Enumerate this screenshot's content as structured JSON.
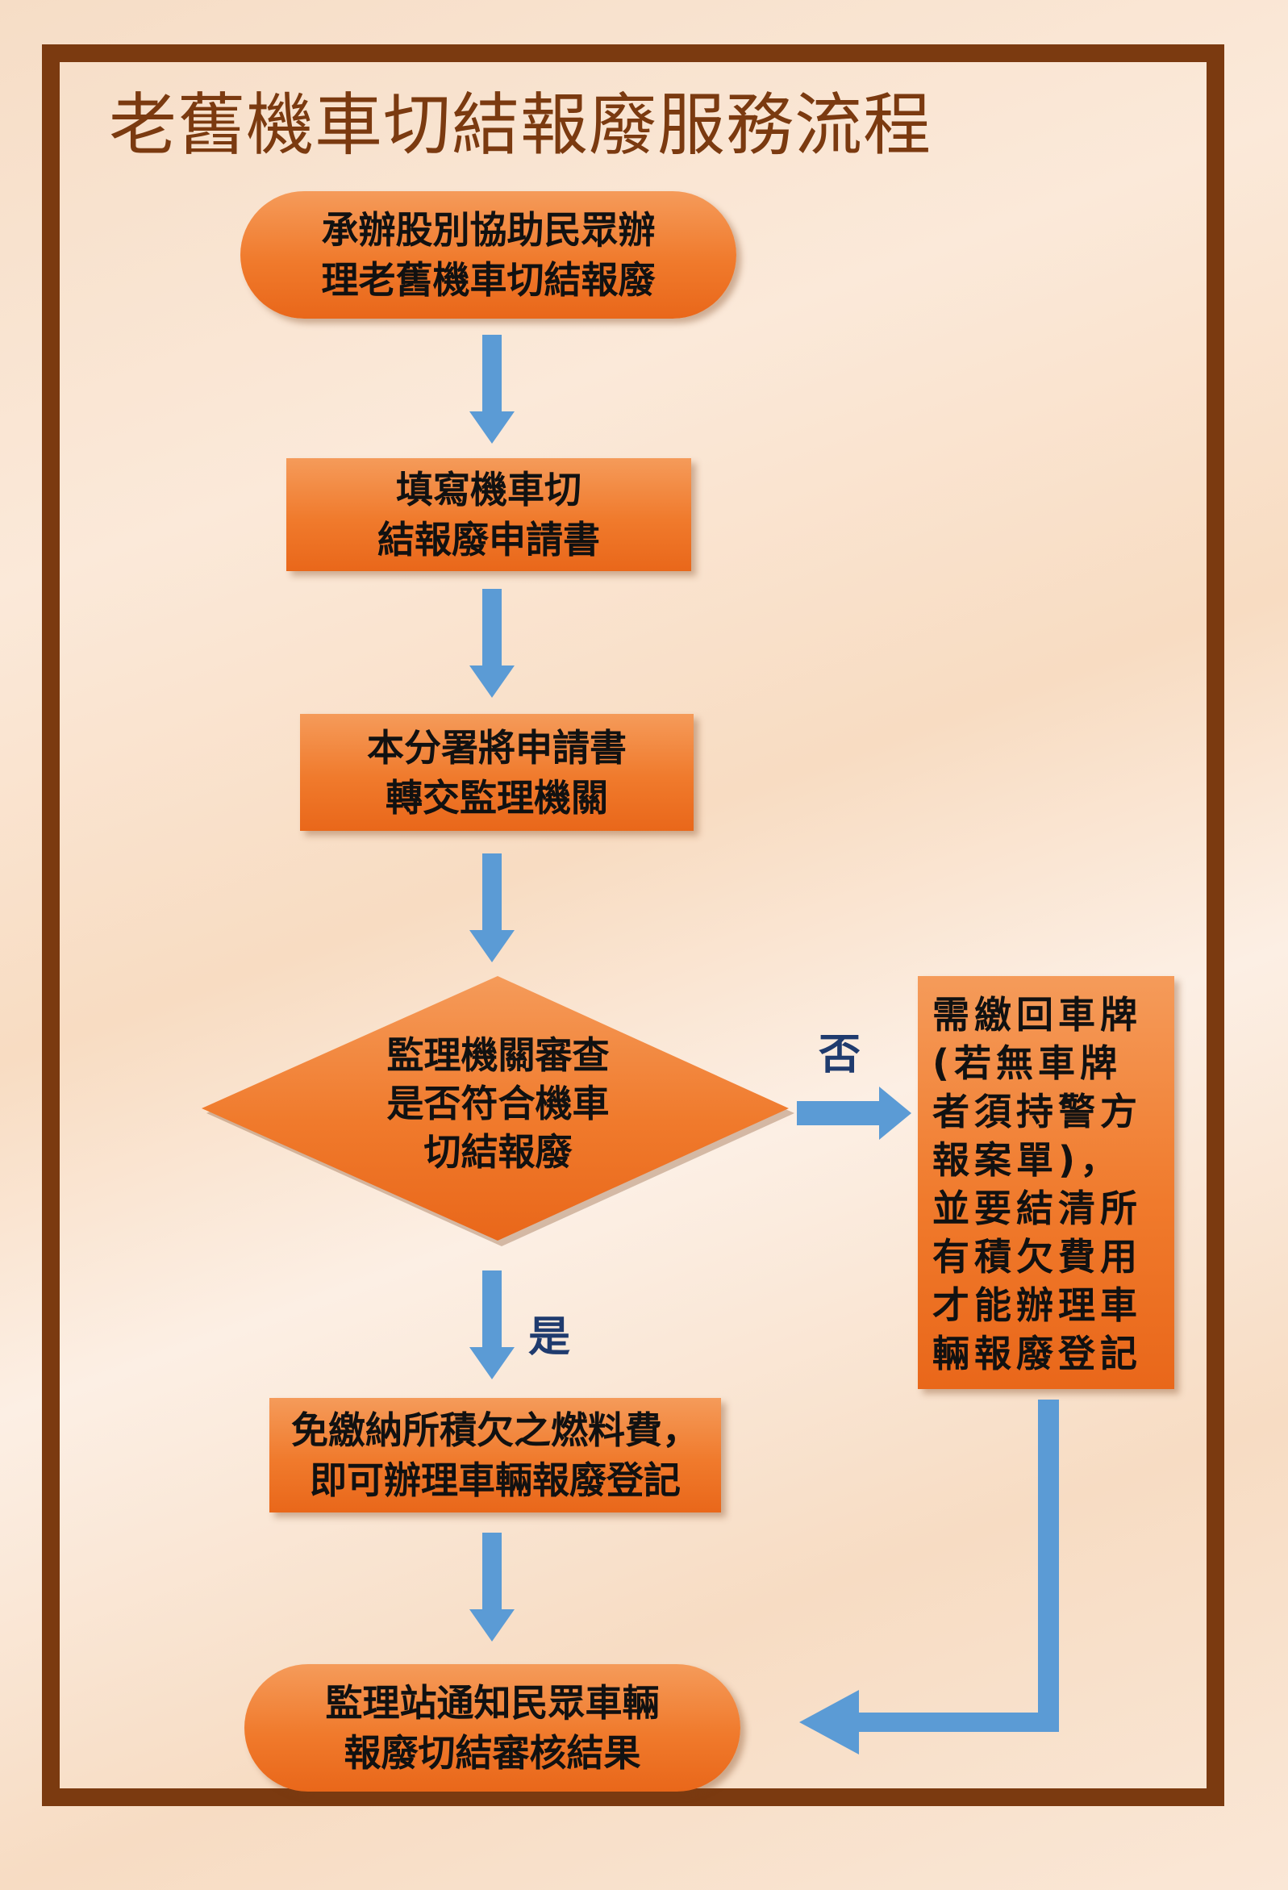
{
  "title": "老舊機車切結報廢服務流程",
  "steps": {
    "step1": "承辦股別協助民眾辦\n理老舊機車切結報廢",
    "step2": "填寫機車切\n結報廢申請書",
    "step3": "本分署將申請書\n轉交監理機關",
    "decision": "監理機關審查\n是否符合機車\n切結報廢",
    "yes_result": "免繳納所積欠之燃料費，\n即可辦理車輛報廢登記",
    "no_result": "需繳回車牌(若無車牌者須持警方報案單)，並要結清所有積欠費用才能辦理車輛報廢登記",
    "final": "監理站通知民眾車輛\n報廢切結審核結果"
  },
  "labels": {
    "no": "否",
    "yes": "是"
  },
  "colors": {
    "frame": "#7b3a10",
    "node": "#f07a2c",
    "arrow": "#5b9bd5",
    "label": "#1f3b6e"
  }
}
